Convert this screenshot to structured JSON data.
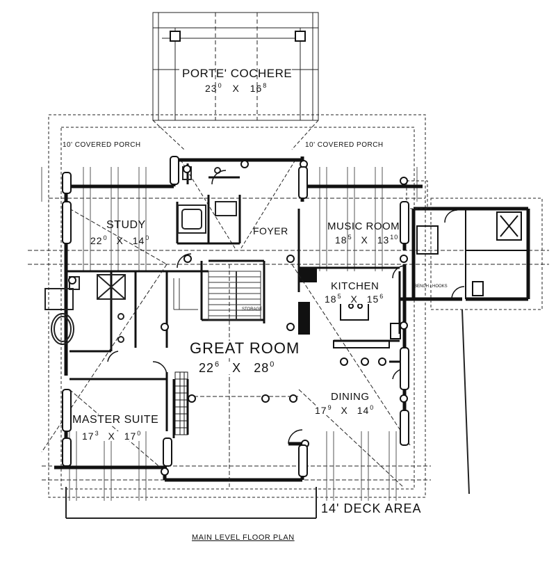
{
  "plan_title": "MAIN LEVEL FLOOR PLAN",
  "rooms": {
    "porte_cochere": {
      "name": "PORTE' COCHERE",
      "w": "23",
      "wi": "0",
      "x": "X",
      "d": "16",
      "di": "8"
    },
    "study": {
      "name": "STUDY",
      "w": "22",
      "wi": "0",
      "x": "X",
      "d": "14",
      "di": "0"
    },
    "foyer": {
      "name": "FOYER"
    },
    "music_room": {
      "name": "MUSIC ROOM",
      "w": "18",
      "wi": "5",
      "x": "X",
      "d": "13",
      "di": "10"
    },
    "kitchen": {
      "name": "KITCHEN",
      "w": "18",
      "wi": "5",
      "x": "X",
      "d": "15",
      "di": "6"
    },
    "great_room": {
      "name": "GREAT ROOM",
      "w": "22",
      "wi": "6",
      "x": "X",
      "d": "28",
      "di": "0"
    },
    "dining": {
      "name": "DINING",
      "w": "17",
      "wi": "9",
      "x": "X",
      "d": "14",
      "di": "0"
    },
    "master_suite": {
      "name": "MASTER SUITE",
      "w": "17",
      "wi": "3",
      "x": "X",
      "d": "17",
      "di": "0"
    }
  },
  "porch_left": "10' COVERED PORCH",
  "porch_right": "10' COVERED PORCH",
  "deck_area": "14' DECK AREA",
  "small_labels": {
    "storage": "STORAGE",
    "bench": "BENCH / HOOKS"
  }
}
